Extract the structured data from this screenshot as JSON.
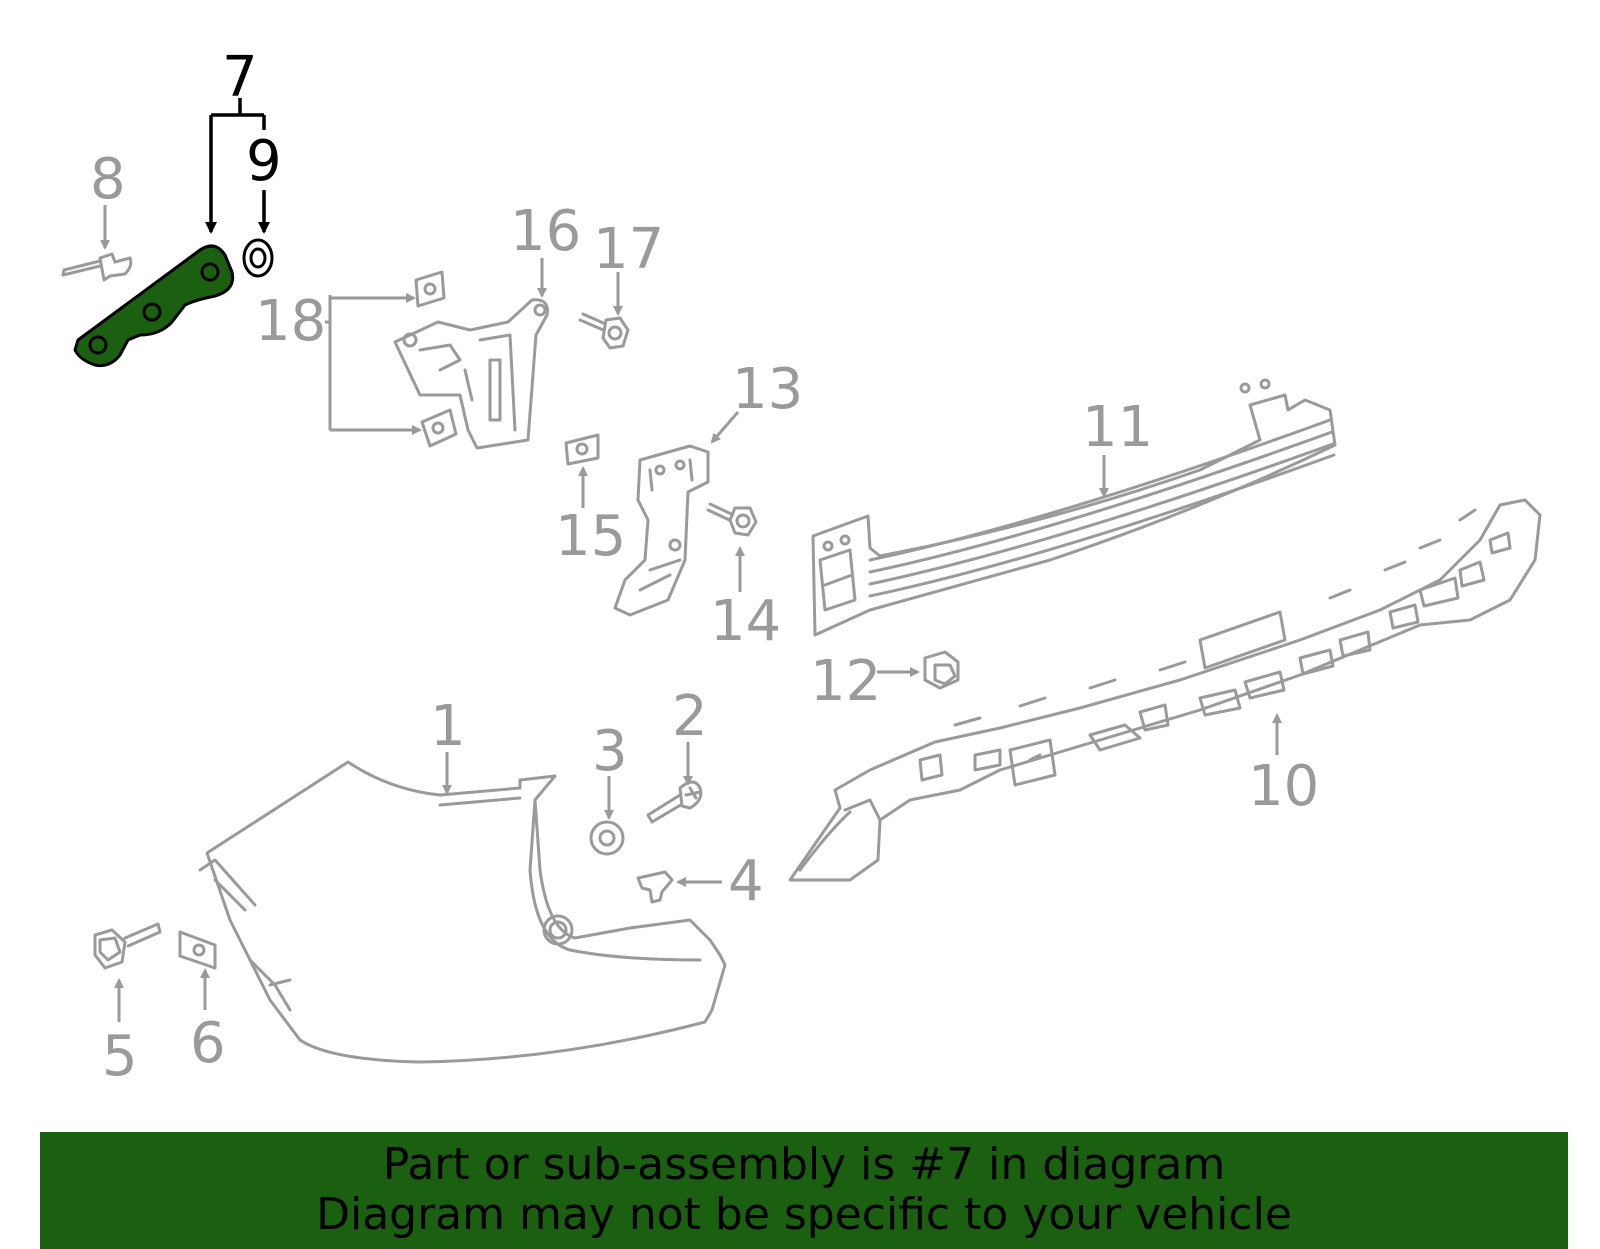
{
  "callouts": {
    "c1": "1",
    "c2": "2",
    "c3": "3",
    "c4": "4",
    "c5": "5",
    "c6": "6",
    "c7": "7",
    "c8": "8",
    "c9": "9",
    "c10": "10",
    "c11": "11",
    "c12": "12",
    "c13": "13",
    "c14": "14",
    "c15": "15",
    "c16": "16",
    "c17": "17",
    "c18": "18"
  },
  "highlight": {
    "part": "7",
    "color": "#1a6010",
    "text_active_color": "#000000",
    "text_inactive_color": "#9a9a9a"
  },
  "banner": {
    "line1": "Part or sub-assembly is #7 in diagram",
    "line2": "Diagram may not be specific to your vehicle"
  }
}
